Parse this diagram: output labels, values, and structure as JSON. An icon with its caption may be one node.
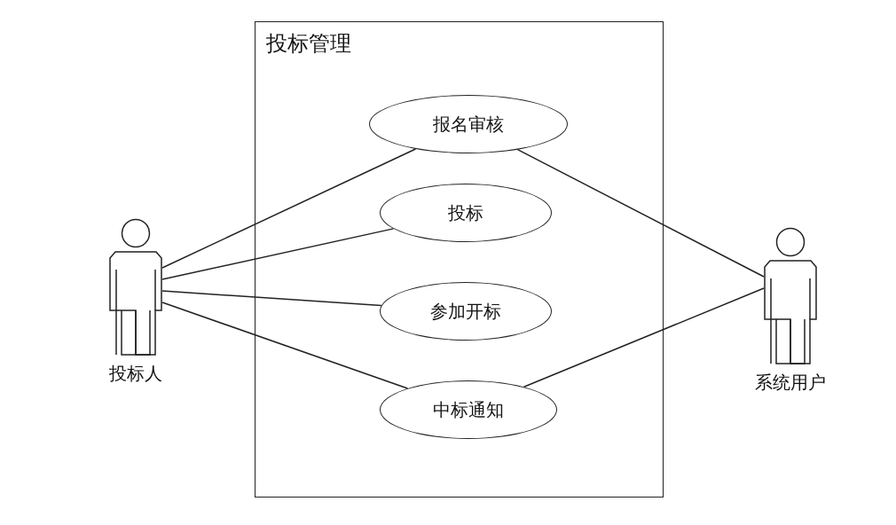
{
  "diagram": {
    "nodes": [
      {
        "text": [
          "投标管理"
        ]
      },
      {
        "text": [
          "报名审核"
        ],
        "in": 0
      },
      {
        "text": [
          "投标"
        ],
        "in": 0
      },
      {
        "text": [
          "参加开标"
        ],
        "in": 0
      },
      {
        "text": [
          "中标通知"
        ],
        "in": 0
      },
      {
        "text": [
          "投标人"
        ]
      },
      {
        "text": [
          "系统用户"
        ]
      }
    ],
    "edges": [
      {
        "from": 5,
        "to": 1,
        "arrow": "none"
      },
      {
        "from": 5,
        "to": 2,
        "arrow": "none"
      },
      {
        "from": 5,
        "to": 3,
        "arrow": "none"
      },
      {
        "from": 5,
        "to": 4,
        "arrow": "none"
      },
      {
        "from": 6,
        "to": 1,
        "arrow": "none"
      },
      {
        "from": 6,
        "to": 4,
        "arrow": "none"
      }
    ]
  }
}
